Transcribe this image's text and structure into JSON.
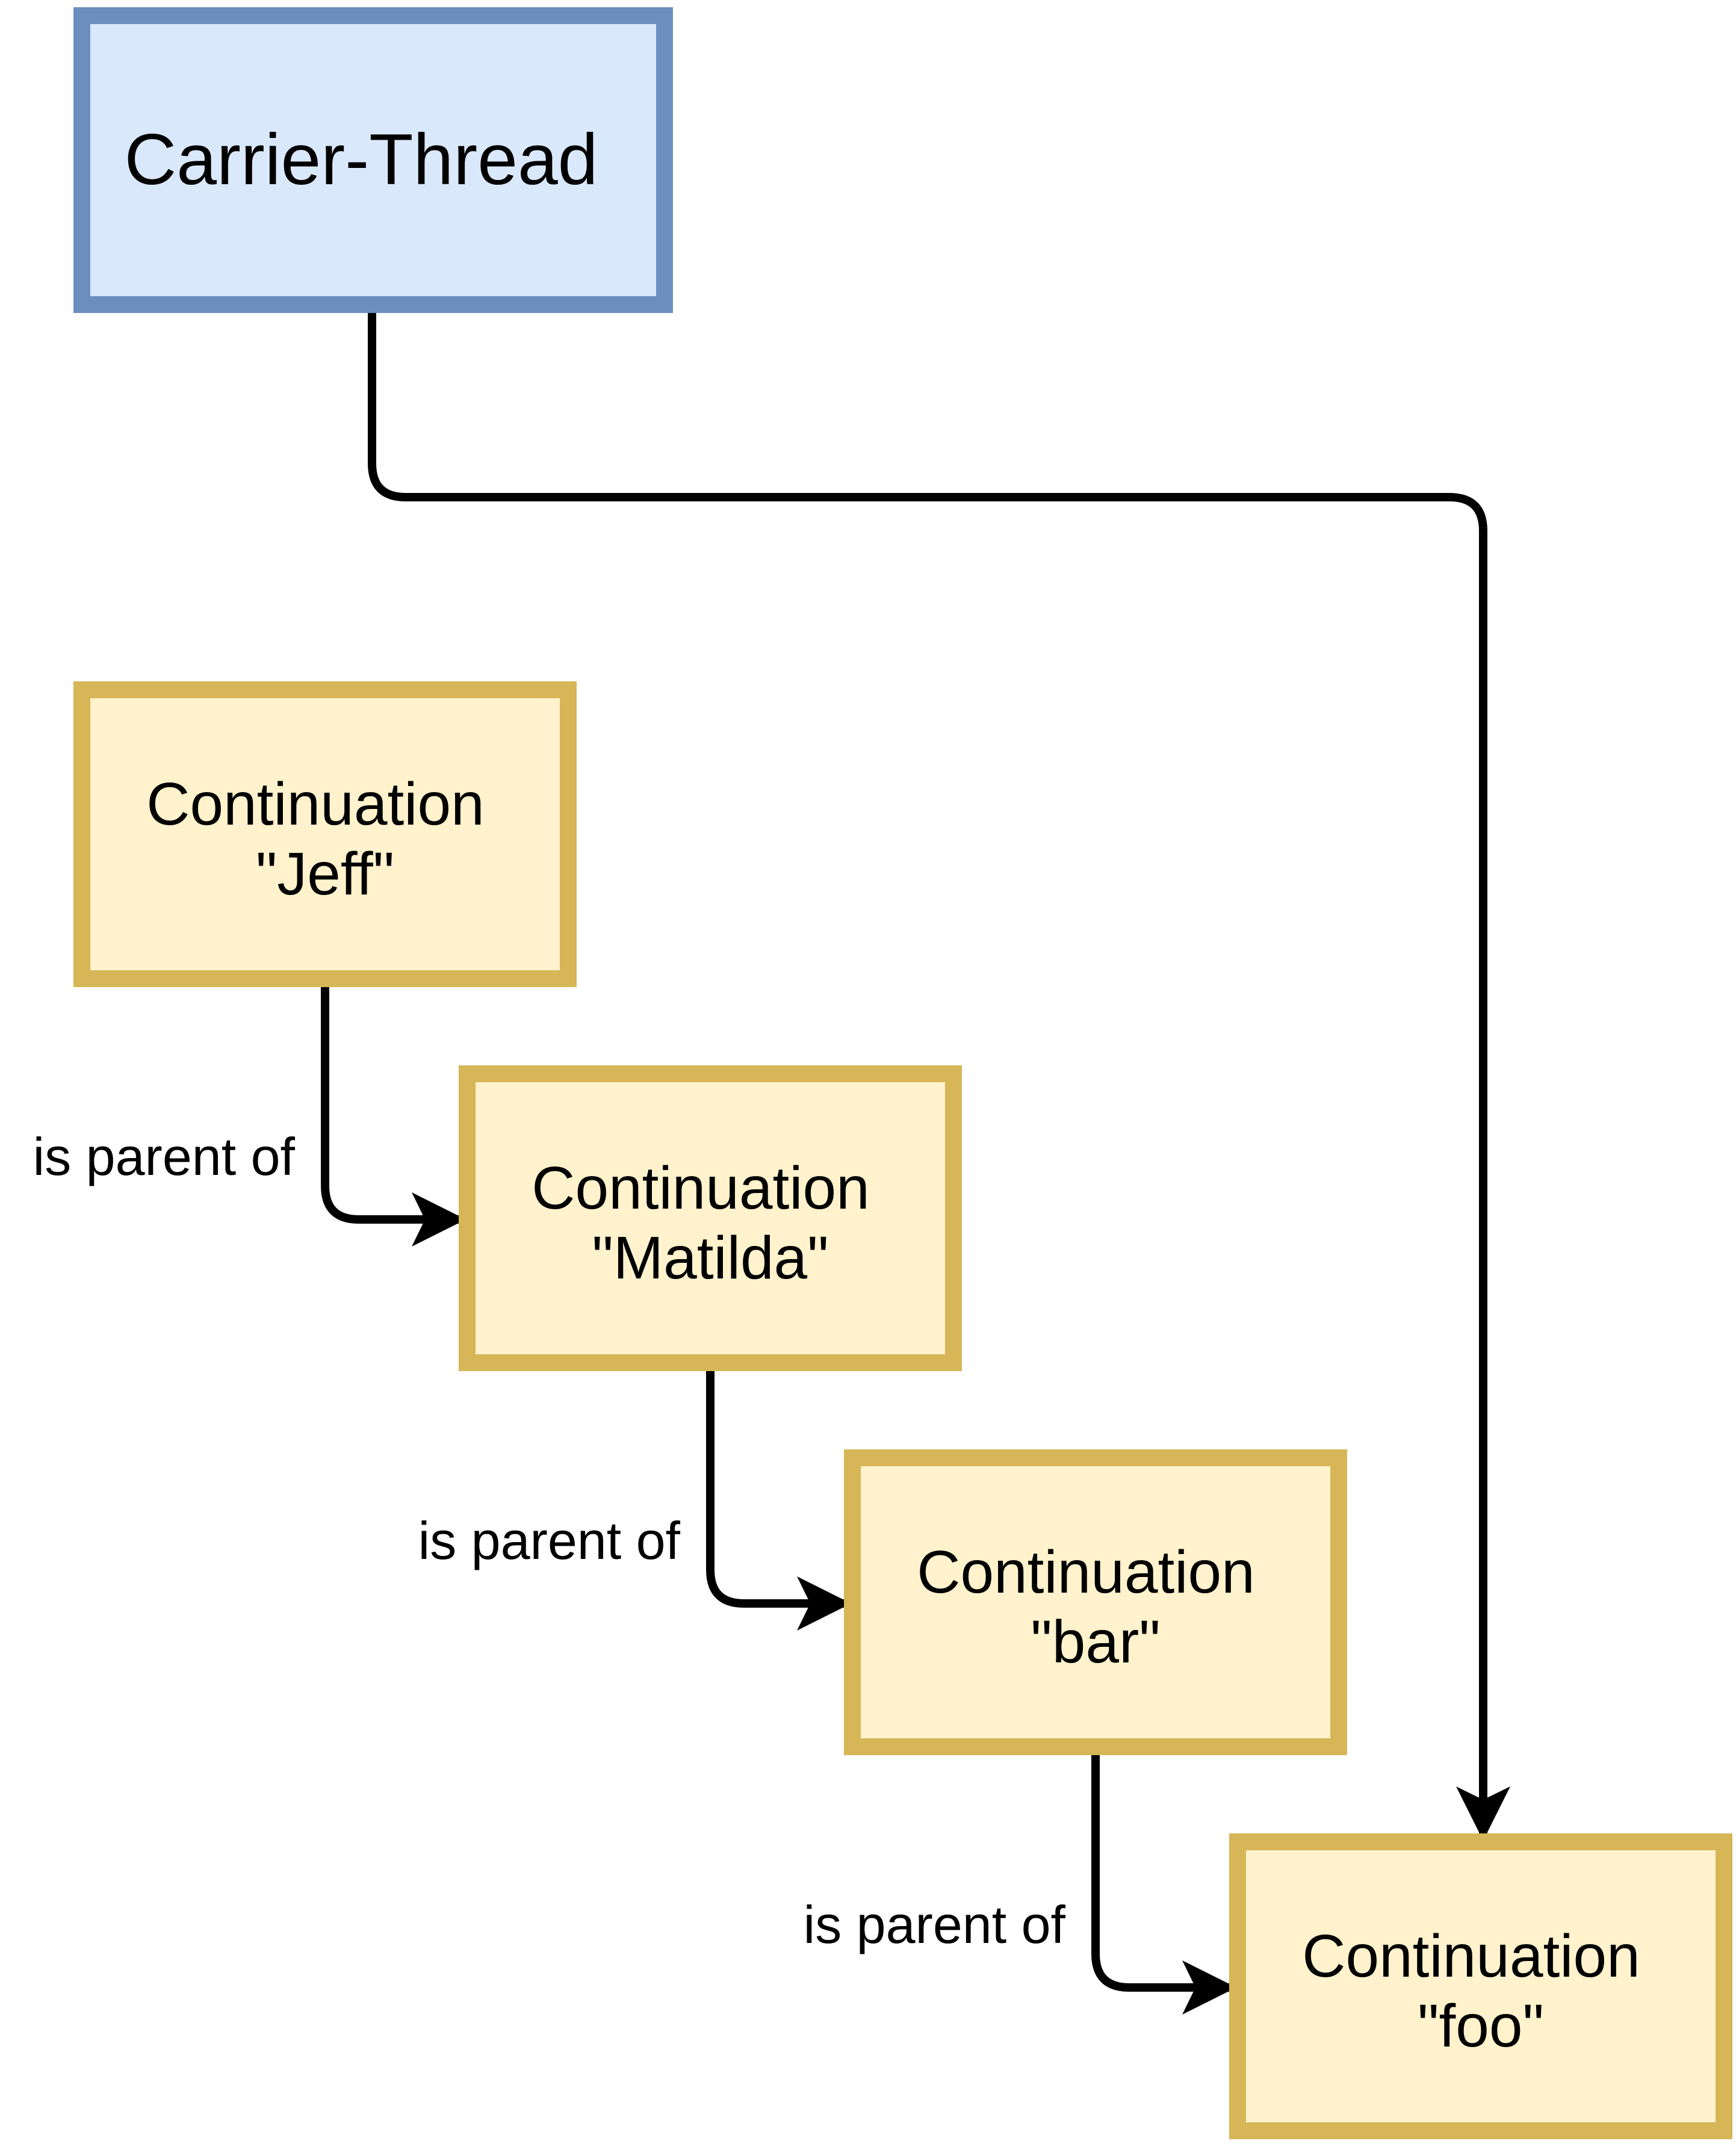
{
  "colors": {
    "thread_fill": "#dae8fc",
    "thread_stroke": "#6c8ebf",
    "continuation_fill": "#fff2cc",
    "continuation_stroke": "#d6b656",
    "edge": "#000000",
    "text": "#000000"
  },
  "carrier_thread": {
    "label": "Carrier-Thread"
  },
  "continuations": [
    {
      "line1": "Continuation",
      "line2": "\"Jeff\""
    },
    {
      "line1": "Continuation",
      "line2": "\"Matilda\""
    },
    {
      "line1": "Continuation",
      "line2": "\"bar\""
    },
    {
      "line1": "Continuation",
      "line2": "\"foo\""
    }
  ],
  "edges": [
    {
      "from": "Continuation \"Jeff\"",
      "to": "Continuation \"Matilda\"",
      "label": "is parent of"
    },
    {
      "from": "Continuation \"Matilda\"",
      "to": "Continuation \"bar\"",
      "label": "is parent of"
    },
    {
      "from": "Continuation \"bar\"",
      "to": "Continuation \"foo\"",
      "label": "is parent of"
    },
    {
      "from": "Carrier-Thread",
      "to": "Continuation \"foo\"",
      "label": ""
    }
  ]
}
